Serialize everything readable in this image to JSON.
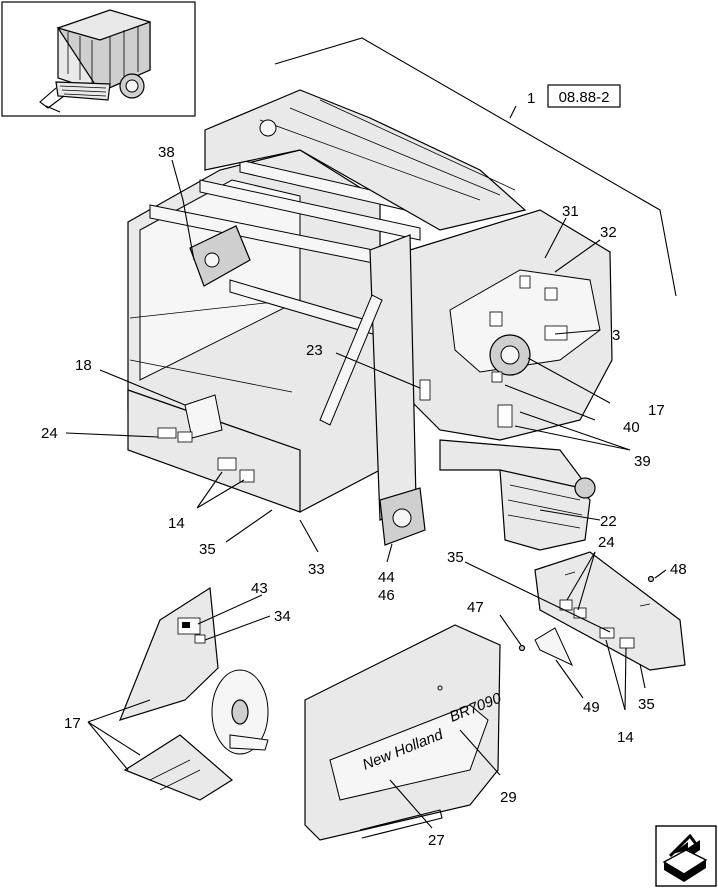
{
  "figure": {
    "reference_code": "08.88-2",
    "logo_text": "New Holland",
    "model_badge": "BR7090"
  },
  "callouts": [
    {
      "id": "c1",
      "text": "1"
    },
    {
      "id": "c3",
      "text": "3"
    },
    {
      "id": "c14a",
      "text": "14"
    },
    {
      "id": "c14b",
      "text": "14"
    },
    {
      "id": "c17a",
      "text": "17"
    },
    {
      "id": "c17b",
      "text": "17"
    },
    {
      "id": "c18",
      "text": "18"
    },
    {
      "id": "c22",
      "text": "22"
    },
    {
      "id": "c23",
      "text": "23"
    },
    {
      "id": "c24a",
      "text": "24"
    },
    {
      "id": "c24b",
      "text": "24"
    },
    {
      "id": "c27",
      "text": "27"
    },
    {
      "id": "c29",
      "text": "29"
    },
    {
      "id": "c31",
      "text": "31"
    },
    {
      "id": "c32",
      "text": "32"
    },
    {
      "id": "c33",
      "text": "33"
    },
    {
      "id": "c34",
      "text": "34"
    },
    {
      "id": "c35a",
      "text": "35"
    },
    {
      "id": "c35b",
      "text": "35"
    },
    {
      "id": "c35c",
      "text": "35"
    },
    {
      "id": "c38",
      "text": "38"
    },
    {
      "id": "c39",
      "text": "39"
    },
    {
      "id": "c40",
      "text": "40"
    },
    {
      "id": "c43",
      "text": "43"
    },
    {
      "id": "c44",
      "text": "44"
    },
    {
      "id": "c46",
      "text": "46"
    },
    {
      "id": "c47",
      "text": "47"
    },
    {
      "id": "c48",
      "text": "48"
    },
    {
      "id": "c49",
      "text": "49"
    }
  ]
}
